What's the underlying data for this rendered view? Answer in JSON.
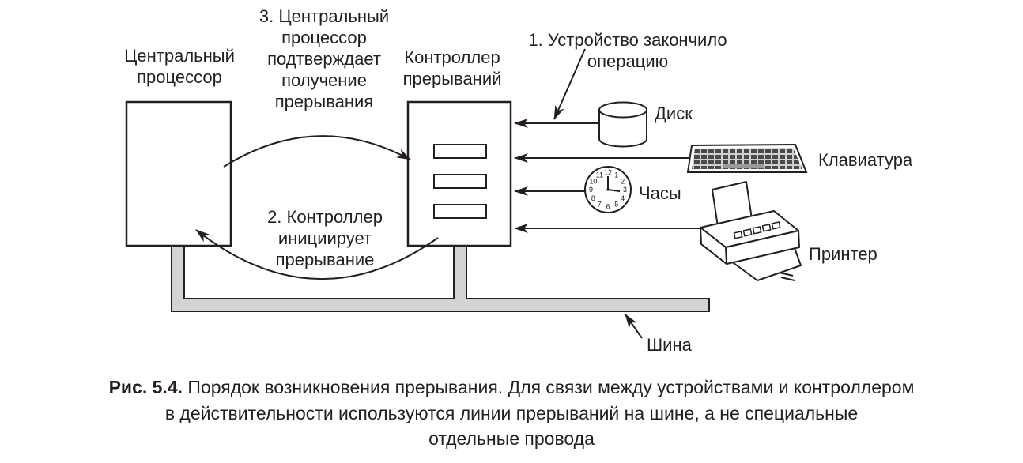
{
  "colors": {
    "line": "#231f20",
    "bus_fill": "#d2d3d5",
    "background": "#ffffff",
    "keys_fill": "#4a4a4a"
  },
  "diagram": {
    "cpu_label": "Центральный\nпроцессор",
    "controller_label": "Контроллер\nпрерываний",
    "step1_label": "1. Устройство закончило\nоперацию",
    "step2_label": "2. Контроллер\nинициирует\nпрерывание",
    "step3_label": "3. Центральный\nпроцессор\nподтверждает\nполучение\nпрерывания",
    "bus_label": "Шина",
    "devices": {
      "disk": "Диск",
      "keyboard": "Клавиатура",
      "clock": "Часы",
      "printer": "Принтер"
    },
    "clock_numbers": [
      "12",
      "1",
      "2",
      "3",
      "4",
      "5",
      "6",
      "7",
      "8",
      "9",
      "10",
      "11"
    ]
  },
  "caption": {
    "figure_label": "Рис. 5.4.",
    "line1": "Порядок возникновения прерывания. Для связи между устройствами и контроллером",
    "line2": "в действительности используются линии прерываний на шине, а не специальные",
    "line3": "отдельные провода"
  }
}
